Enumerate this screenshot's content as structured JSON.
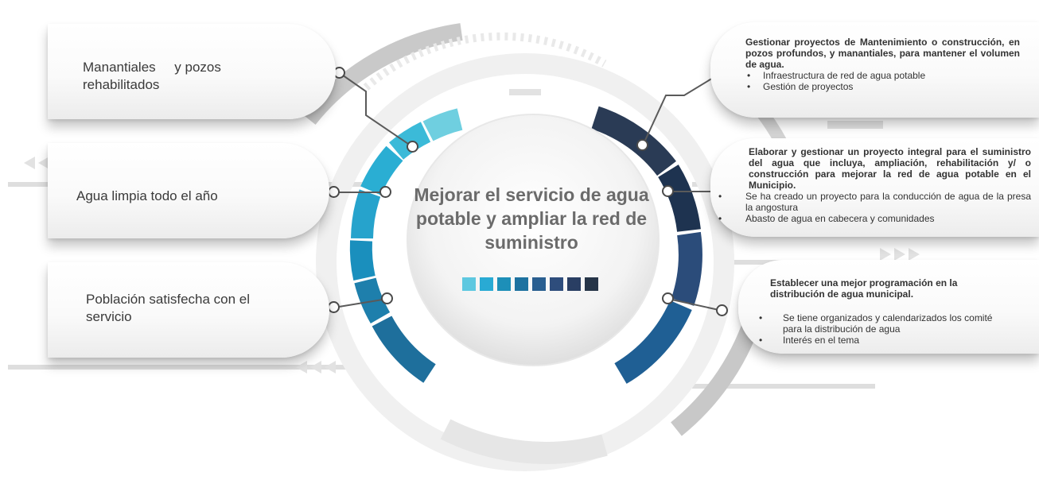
{
  "center": {
    "title": "Mejorar el servicio de agua potable y ampliar la red de suministro"
  },
  "left_items": [
    {
      "label": "Manantiales     y pozos rehabilitados"
    },
    {
      "label": "Agua limpia todo el año"
    },
    {
      "label": "Población satisfecha con el servicio"
    }
  ],
  "right_items": [
    {
      "title": "Gestionar  proyectos  de Mantenimiento o construcción, en pozos profundos, y manantiales, para mantener el volumen de agua.",
      "bullets": [
        "Infraestructura de red de agua potable",
        "Gestión de proyectos"
      ]
    },
    {
      "title": "Elaborar y gestionar  un proyecto integral para el suministro del agua que incluya, ampliación, rehabilitación y/ o construcción para mejorar la red de agua potable en el Municipio.",
      "bullets": [
        "Se ha creado un proyecto para la conducción de agua de la presa la angostura",
        "Abasto de agua en cabecera y comunidades"
      ]
    },
    {
      "title": "Establecer una mejor programación en la distribución de agua municipal.",
      "bullets": [
        "Se tiene organizados  y calendarizados los comité para la distribución de agua",
        "Interés en el tema"
      ]
    }
  ],
  "bullet_char": "•",
  "colors": {
    "ring_left": [
      "#6fcfe0",
      "#2aaed3",
      "#1a8fbd",
      "#1e6f9c",
      "#2a5f8f"
    ],
    "ring_right": [
      "#273a55",
      "#1f3350",
      "#2b4e78",
      "#1f5f94"
    ],
    "swatches": [
      "#5ec8e0",
      "#29aad4",
      "#1d8fb8",
      "#1e72a0",
      "#2a5f90",
      "#2e4d7c",
      "#293e63",
      "#263548"
    ],
    "text_dark": "#333333",
    "center_text": "#6b6b6b"
  }
}
